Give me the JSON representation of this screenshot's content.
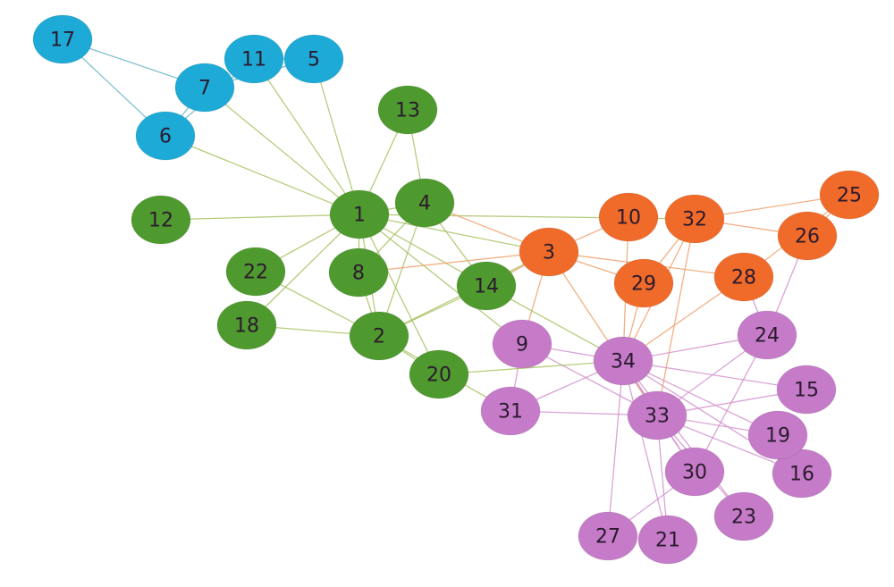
{
  "colors": {
    "cyan": "#1eaad6",
    "green": "#4f9a2f",
    "orange": "#f06b2a",
    "purple": "#c57bc8",
    "edge_cyan": "#6cb6c9",
    "edge_green": "#a9c466",
    "edge_orange": "#f0a26e",
    "edge_purple": "#d493d0"
  },
  "nodes": [
    {
      "id": "1",
      "label": "1",
      "group": "green"
    },
    {
      "id": "2",
      "label": "2",
      "group": "green"
    },
    {
      "id": "3",
      "label": "3",
      "group": "orange"
    },
    {
      "id": "4",
      "label": "4",
      "group": "green"
    },
    {
      "id": "5",
      "label": "5",
      "group": "cyan"
    },
    {
      "id": "6",
      "label": "6",
      "group": "cyan"
    },
    {
      "id": "7",
      "label": "7",
      "group": "cyan"
    },
    {
      "id": "8",
      "label": "8",
      "group": "green"
    },
    {
      "id": "9",
      "label": "9",
      "group": "purple"
    },
    {
      "id": "10",
      "label": "10",
      "group": "orange"
    },
    {
      "id": "11",
      "label": "11",
      "group": "cyan"
    },
    {
      "id": "12",
      "label": "12",
      "group": "green"
    },
    {
      "id": "13",
      "label": "13",
      "group": "green"
    },
    {
      "id": "14",
      "label": "14",
      "group": "green"
    },
    {
      "id": "15",
      "label": "15",
      "group": "purple"
    },
    {
      "id": "16",
      "label": "16",
      "group": "purple"
    },
    {
      "id": "17",
      "label": "17",
      "group": "cyan"
    },
    {
      "id": "18",
      "label": "18",
      "group": "green"
    },
    {
      "id": "19",
      "label": "19",
      "group": "purple"
    },
    {
      "id": "20",
      "label": "20",
      "group": "green"
    },
    {
      "id": "21",
      "label": "21",
      "group": "purple"
    },
    {
      "id": "22",
      "label": "22",
      "group": "green"
    },
    {
      "id": "23",
      "label": "23",
      "group": "purple"
    },
    {
      "id": "24",
      "label": "24",
      "group": "purple"
    },
    {
      "id": "25",
      "label": "25",
      "group": "orange"
    },
    {
      "id": "26",
      "label": "26",
      "group": "orange"
    },
    {
      "id": "27",
      "label": "27",
      "group": "purple"
    },
    {
      "id": "28",
      "label": "28",
      "group": "orange"
    },
    {
      "id": "29",
      "label": "29",
      "group": "orange"
    },
    {
      "id": "30",
      "label": "30",
      "group": "purple"
    },
    {
      "id": "31",
      "label": "31",
      "group": "purple"
    },
    {
      "id": "32",
      "label": "32",
      "group": "orange"
    },
    {
      "id": "33",
      "label": "33",
      "group": "purple"
    },
    {
      "id": "34",
      "label": "34",
      "group": "purple"
    }
  ],
  "edges": [
    [
      "1",
      "2"
    ],
    [
      "1",
      "3"
    ],
    [
      "1",
      "4"
    ],
    [
      "1",
      "5"
    ],
    [
      "1",
      "6"
    ],
    [
      "1",
      "7"
    ],
    [
      "1",
      "8"
    ],
    [
      "1",
      "9"
    ],
    [
      "1",
      "11"
    ],
    [
      "1",
      "12"
    ],
    [
      "1",
      "13"
    ],
    [
      "1",
      "14"
    ],
    [
      "1",
      "18"
    ],
    [
      "1",
      "20"
    ],
    [
      "1",
      "22"
    ],
    [
      "1",
      "32"
    ],
    [
      "2",
      "3"
    ],
    [
      "2",
      "4"
    ],
    [
      "2",
      "8"
    ],
    [
      "2",
      "14"
    ],
    [
      "2",
      "18"
    ],
    [
      "2",
      "20"
    ],
    [
      "2",
      "22"
    ],
    [
      "2",
      "31"
    ],
    [
      "3",
      "4"
    ],
    [
      "3",
      "8"
    ],
    [
      "3",
      "9"
    ],
    [
      "3",
      "10"
    ],
    [
      "3",
      "14"
    ],
    [
      "3",
      "28"
    ],
    [
      "3",
      "29"
    ],
    [
      "3",
      "33"
    ],
    [
      "4",
      "8"
    ],
    [
      "4",
      "13"
    ],
    [
      "4",
      "14"
    ],
    [
      "5",
      "7"
    ],
    [
      "5",
      "11"
    ],
    [
      "6",
      "7"
    ],
    [
      "6",
      "11"
    ],
    [
      "6",
      "17"
    ],
    [
      "7",
      "17"
    ],
    [
      "9",
      "31"
    ],
    [
      "9",
      "33"
    ],
    [
      "9",
      "34"
    ],
    [
      "10",
      "34"
    ],
    [
      "14",
      "34"
    ],
    [
      "15",
      "33"
    ],
    [
      "15",
      "34"
    ],
    [
      "16",
      "33"
    ],
    [
      "16",
      "34"
    ],
    [
      "19",
      "33"
    ],
    [
      "19",
      "34"
    ],
    [
      "20",
      "34"
    ],
    [
      "21",
      "33"
    ],
    [
      "21",
      "34"
    ],
    [
      "23",
      "33"
    ],
    [
      "23",
      "34"
    ],
    [
      "24",
      "26"
    ],
    [
      "24",
      "28"
    ],
    [
      "24",
      "30"
    ],
    [
      "24",
      "33"
    ],
    [
      "24",
      "34"
    ],
    [
      "25",
      "26"
    ],
    [
      "25",
      "28"
    ],
    [
      "25",
      "32"
    ],
    [
      "26",
      "32"
    ],
    [
      "27",
      "30"
    ],
    [
      "27",
      "34"
    ],
    [
      "28",
      "34"
    ],
    [
      "29",
      "32"
    ],
    [
      "29",
      "34"
    ],
    [
      "30",
      "33"
    ],
    [
      "30",
      "34"
    ],
    [
      "31",
      "33"
    ],
    [
      "31",
      "34"
    ],
    [
      "32",
      "33"
    ],
    [
      "32",
      "34"
    ],
    [
      "33",
      "34"
    ]
  ]
}
